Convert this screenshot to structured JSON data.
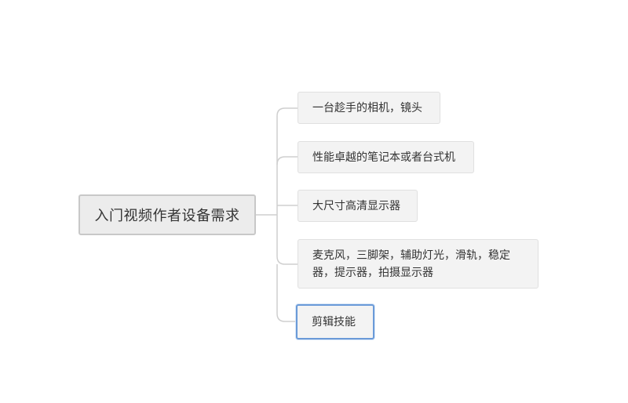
{
  "mindmap": {
    "root": {
      "label": "入门视频作者设备需求"
    },
    "children": [
      {
        "label": "一台趁手的相机，镜头"
      },
      {
        "label": "性能卓越的笔记本或者台式机"
      },
      {
        "label": "大尺寸高清显示器"
      },
      {
        "label": "麦克风，三脚架，辅助灯光，滑轨，稳定器，提示器，拍摄显示器"
      },
      {
        "label": "剪辑技能",
        "selected": true
      }
    ]
  },
  "colors": {
    "connector": "#cfcfcf",
    "node_fill": "#f3f3f3",
    "root_fill": "#ececec",
    "selected_border": "#6a9ad8",
    "text": "#333333"
  }
}
